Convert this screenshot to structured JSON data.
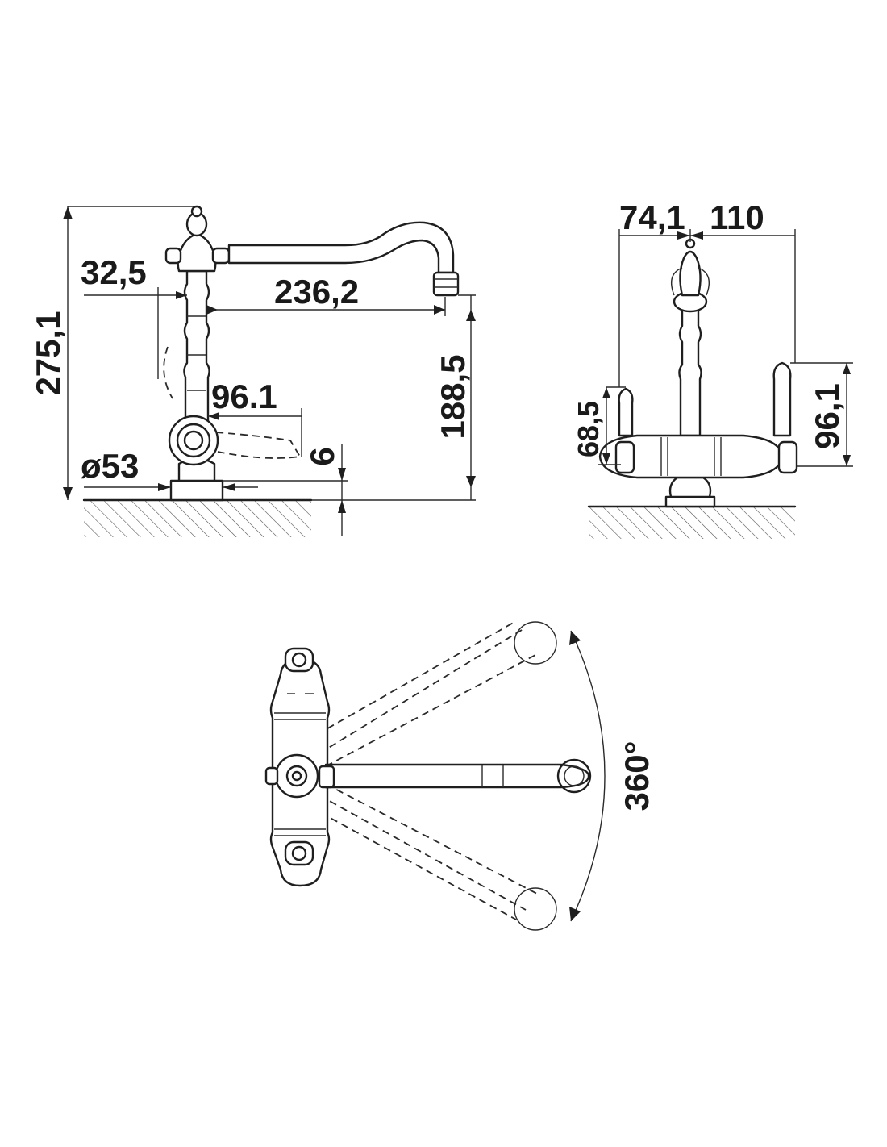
{
  "side_view": {
    "height_total": "275,1",
    "spout_offset": "32,5",
    "spout_reach": "236,2",
    "spout_height": "188,5",
    "handle_reach": "96.1",
    "base_thickness": "6",
    "base_diameter": "ø53"
  },
  "front_view": {
    "left_width": "74,1",
    "right_width": "110",
    "left_handle_height": "68,5",
    "right_handle_height": "96,1"
  },
  "top_view": {
    "rotation": "360°"
  },
  "colors": {
    "ink": "#1f1f1f",
    "background": "#ffffff"
  }
}
